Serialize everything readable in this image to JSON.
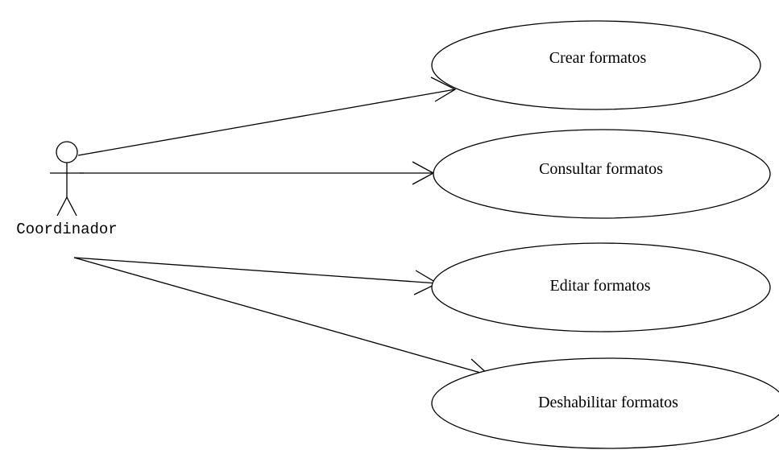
{
  "diagram": {
    "type": "uml-use-case",
    "actor": {
      "name": "Coordinador"
    },
    "use_cases": [
      {
        "label": "Crear formatos"
      },
      {
        "label": "Consultar formatos"
      },
      {
        "label": "Editar formatos"
      },
      {
        "label": "Deshabilitar formatos"
      }
    ],
    "associations": [
      {
        "from": "Coordinador",
        "to": "Crear formatos",
        "arrow": "open"
      },
      {
        "from": "Coordinador",
        "to": "Consultar formatos",
        "arrow": "open"
      },
      {
        "from": "Coordinador",
        "to": "Editar formatos",
        "arrow": "open"
      },
      {
        "from": "Coordinador",
        "to": "Deshabilitar formatos",
        "arrow": "open"
      }
    ],
    "colors": {
      "line": "#000000",
      "background": "#ffffff"
    }
  }
}
